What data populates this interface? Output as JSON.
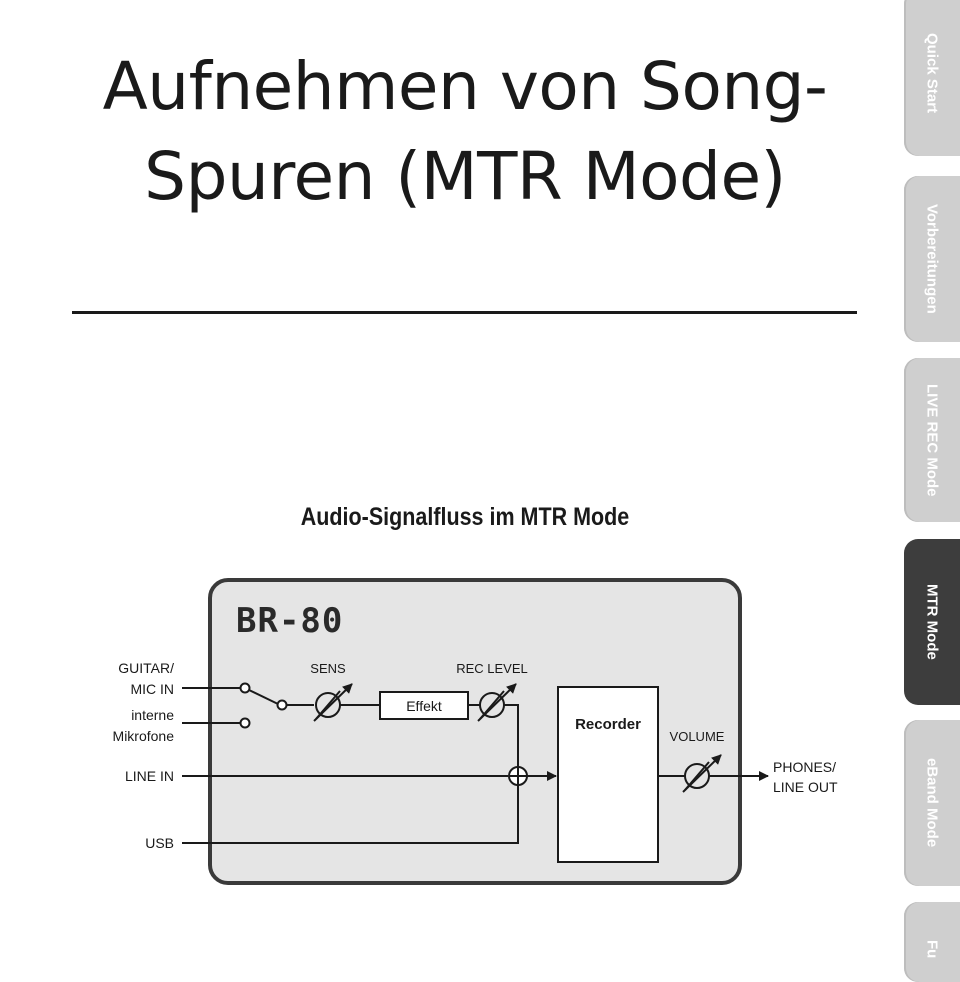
{
  "page": {
    "title_line1": "Aufnehmen von Song-",
    "title_line2": "Spuren (MTR Mode)"
  },
  "diagram": {
    "title": "Audio-Signalfluss im MTR Mode",
    "device_logo": "BR-80",
    "inputs": {
      "guitar_line1": "GUITAR/",
      "guitar_line2": "MIC IN",
      "mic_line1": "interne",
      "mic_line2": "Mikrofone",
      "line_in": "LINE IN",
      "usb": "USB"
    },
    "controls": {
      "sens": "SENS",
      "effekt": "Effekt",
      "rec_level": "REC LEVEL",
      "recorder": "Recorder",
      "volume": "VOLUME"
    },
    "outputs": {
      "phones_line1": "PHONES/",
      "phones_line2": "LINE OUT"
    }
  },
  "side_tabs": [
    {
      "label": "Quick Start",
      "active": false
    },
    {
      "label": "Vorbereitungen",
      "active": false
    },
    {
      "label": "LIVE REC Mode",
      "active": false
    },
    {
      "label": "MTR Mode",
      "active": true
    },
    {
      "label": "eBand Mode",
      "active": false
    },
    {
      "label": "Fu",
      "active": false
    }
  ]
}
